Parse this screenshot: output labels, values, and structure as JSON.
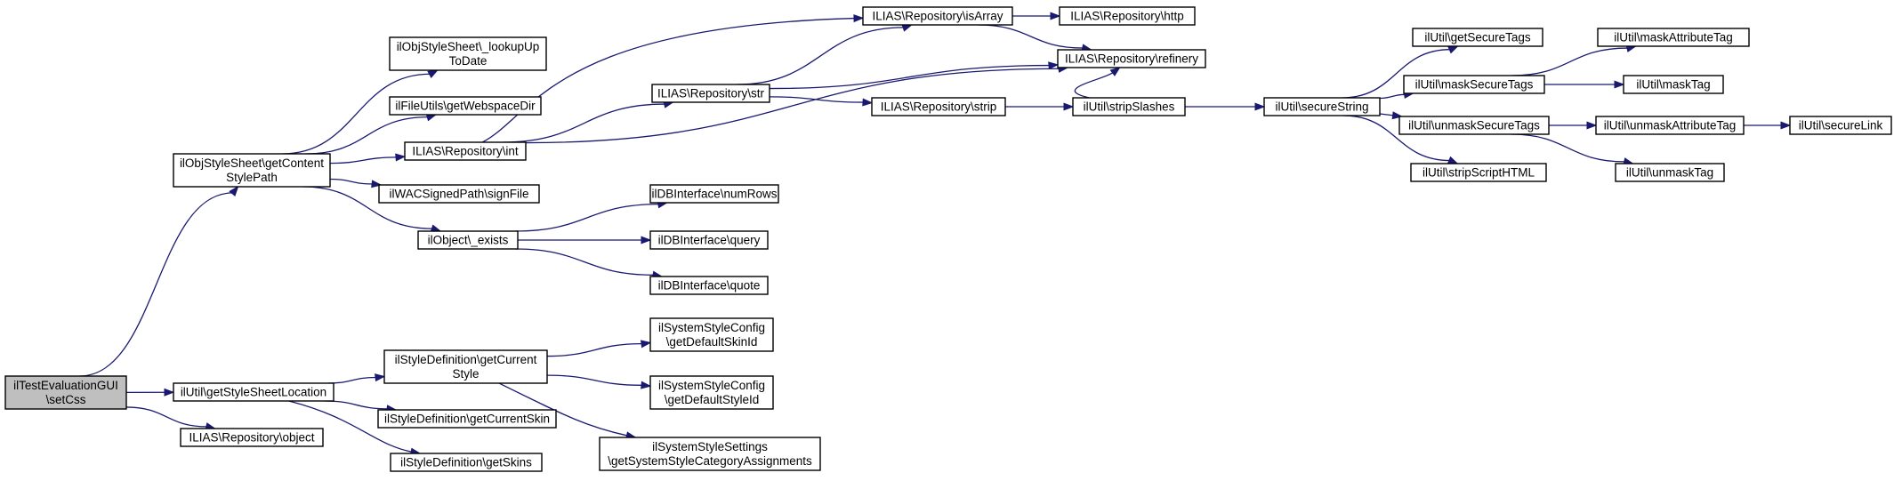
{
  "graph": {
    "edge_color": "#191970",
    "root_fill": "#bfbfbf",
    "nodes": [
      {
        "id": "n0",
        "lines": [
          "ilTestEvaluationGUI",
          "\\setCss"
        ],
        "root": true
      },
      {
        "id": "n1",
        "lines": [
          "ilObjStyleSheet\\getContent",
          "StylePath"
        ]
      },
      {
        "id": "n2",
        "lines": [
          "ilUtil\\getStyleSheetLocation"
        ]
      },
      {
        "id": "n3",
        "lines": [
          "ILIAS\\Repository\\object"
        ]
      },
      {
        "id": "n4",
        "lines": [
          "ilObjStyleSheet\\_lookupUp",
          "ToDate"
        ]
      },
      {
        "id": "n5",
        "lines": [
          "ilFileUtils\\getWebspaceDir"
        ]
      },
      {
        "id": "n6",
        "lines": [
          "ILIAS\\Repository\\int"
        ]
      },
      {
        "id": "n7",
        "lines": [
          "ilWACSignedPath\\signFile"
        ]
      },
      {
        "id": "n8",
        "lines": [
          "ilObject\\_exists"
        ]
      },
      {
        "id": "n9",
        "lines": [
          "ILIAS\\Repository\\isArray"
        ]
      },
      {
        "id": "n10",
        "lines": [
          "ILIAS\\Repository\\str"
        ]
      },
      {
        "id": "n11",
        "lines": [
          "ILIAS\\Repository\\http"
        ]
      },
      {
        "id": "n12",
        "lines": [
          "ILIAS\\Repository\\refinery"
        ]
      },
      {
        "id": "n13",
        "lines": [
          "ILIAS\\Repository\\strip"
        ]
      },
      {
        "id": "n14",
        "lines": [
          "ilUtil\\stripSlashes"
        ]
      },
      {
        "id": "n15",
        "lines": [
          "ilUtil\\secureString"
        ]
      },
      {
        "id": "n16",
        "lines": [
          "ilUtil\\getSecureTags"
        ]
      },
      {
        "id": "n17",
        "lines": [
          "ilUtil\\maskSecureTags"
        ]
      },
      {
        "id": "n18",
        "lines": [
          "ilUtil\\maskAttributeTag"
        ]
      },
      {
        "id": "n19",
        "lines": [
          "ilUtil\\maskTag"
        ]
      },
      {
        "id": "n20",
        "lines": [
          "ilUtil\\unmaskSecureTags"
        ]
      },
      {
        "id": "n21",
        "lines": [
          "ilUtil\\unmaskAttributeTag"
        ]
      },
      {
        "id": "n22",
        "lines": [
          "ilUtil\\secureLink"
        ]
      },
      {
        "id": "n23",
        "lines": [
          "ilUtil\\unmaskTag"
        ]
      },
      {
        "id": "n24",
        "lines": [
          "ilUtil\\stripScriptHTML"
        ]
      },
      {
        "id": "n25",
        "lines": [
          "ilDBInterface\\numRows"
        ]
      },
      {
        "id": "n26",
        "lines": [
          "ilDBInterface\\query"
        ]
      },
      {
        "id": "n27",
        "lines": [
          "ilDBInterface\\quote"
        ]
      },
      {
        "id": "n28",
        "lines": [
          "ilStyleDefinition\\getCurrent",
          "Style"
        ]
      },
      {
        "id": "n29",
        "lines": [
          "ilStyleDefinition\\getCurrentSkin"
        ]
      },
      {
        "id": "n30",
        "lines": [
          "ilStyleDefinition\\getSkins"
        ]
      },
      {
        "id": "n31",
        "lines": [
          "ilSystemStyleConfig",
          "\\getDefaultSkinId"
        ]
      },
      {
        "id": "n32",
        "lines": [
          "ilSystemStyleConfig",
          "\\getDefaultStyleId"
        ]
      },
      {
        "id": "n33",
        "lines": [
          "ilSystemStyleSettings",
          "\\getSystemStyleCategoryAssignments"
        ]
      }
    ],
    "edges": [
      [
        "n0",
        "n1"
      ],
      [
        "n0",
        "n2"
      ],
      [
        "n0",
        "n3"
      ],
      [
        "n1",
        "n4"
      ],
      [
        "n1",
        "n5"
      ],
      [
        "n1",
        "n6"
      ],
      [
        "n1",
        "n7"
      ],
      [
        "n1",
        "n8"
      ],
      [
        "n6",
        "n9"
      ],
      [
        "n6",
        "n10"
      ],
      [
        "n6",
        "n12"
      ],
      [
        "n10",
        "n9"
      ],
      [
        "n10",
        "n12"
      ],
      [
        "n10",
        "n13"
      ],
      [
        "n9",
        "n11"
      ],
      [
        "n9",
        "n12"
      ],
      [
        "n13",
        "n14"
      ],
      [
        "n14",
        "n12"
      ],
      [
        "n14",
        "n15"
      ],
      [
        "n15",
        "n16"
      ],
      [
        "n15",
        "n17"
      ],
      [
        "n15",
        "n20"
      ],
      [
        "n15",
        "n24"
      ],
      [
        "n17",
        "n18"
      ],
      [
        "n17",
        "n19"
      ],
      [
        "n20",
        "n21"
      ],
      [
        "n20",
        "n23"
      ],
      [
        "n21",
        "n22"
      ],
      [
        "n8",
        "n25"
      ],
      [
        "n8",
        "n26"
      ],
      [
        "n8",
        "n27"
      ],
      [
        "n2",
        "n28"
      ],
      [
        "n2",
        "n29"
      ],
      [
        "n2",
        "n30"
      ],
      [
        "n28",
        "n31"
      ],
      [
        "n28",
        "n32"
      ],
      [
        "n28",
        "n33"
      ]
    ]
  }
}
